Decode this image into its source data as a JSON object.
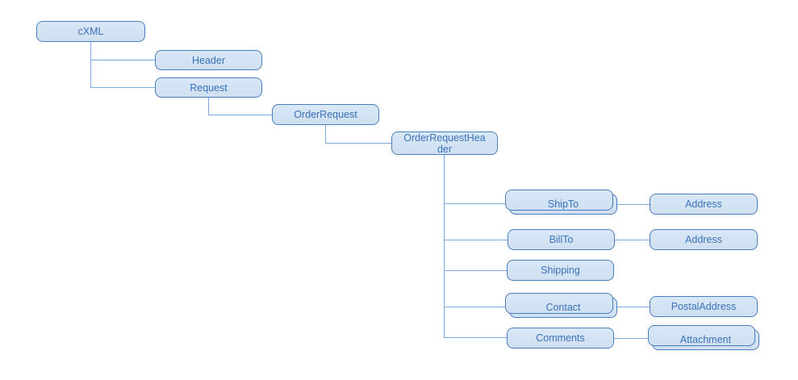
{
  "diagram": {
    "type": "hierarchy",
    "orientation": "horizontal",
    "colors": {
      "box_fill": "#cfe0f2",
      "box_border": "#4a7ebb",
      "box_text": "#3b72b8",
      "connector": "#7fa8da",
      "background": "#ffffff"
    },
    "nodes": [
      {
        "id": "cxml",
        "label": "cXML",
        "stacked": false
      },
      {
        "id": "header",
        "label": "Header",
        "stacked": false
      },
      {
        "id": "request",
        "label": "Request",
        "stacked": false
      },
      {
        "id": "order-request",
        "label": "OrderRequest",
        "stacked": false
      },
      {
        "id": "order-request-header",
        "label": "OrderRequestHeader",
        "stacked": false
      },
      {
        "id": "ship-to",
        "label": "ShipTo",
        "stacked": true
      },
      {
        "id": "address-1",
        "label": "Address",
        "stacked": false
      },
      {
        "id": "bill-to",
        "label": "BillTo",
        "stacked": false
      },
      {
        "id": "address-2",
        "label": "Address",
        "stacked": false
      },
      {
        "id": "shipping",
        "label": "Shipping",
        "stacked": false
      },
      {
        "id": "contact",
        "label": "Contact",
        "stacked": true
      },
      {
        "id": "postal-address",
        "label": "PostalAddress",
        "stacked": false
      },
      {
        "id": "comments",
        "label": "Comments",
        "stacked": false
      },
      {
        "id": "attachment",
        "label": "Attachment",
        "stacked": true
      }
    ],
    "edges": [
      {
        "from": "cxml",
        "to": "header"
      },
      {
        "from": "cxml",
        "to": "request"
      },
      {
        "from": "request",
        "to": "order-request"
      },
      {
        "from": "order-request",
        "to": "order-request-header"
      },
      {
        "from": "order-request-header",
        "to": "ship-to"
      },
      {
        "from": "order-request-header",
        "to": "bill-to"
      },
      {
        "from": "order-request-header",
        "to": "shipping"
      },
      {
        "from": "order-request-header",
        "to": "contact"
      },
      {
        "from": "order-request-header",
        "to": "comments"
      },
      {
        "from": "ship-to",
        "to": "address-1"
      },
      {
        "from": "bill-to",
        "to": "address-2"
      },
      {
        "from": "contact",
        "to": "postal-address"
      },
      {
        "from": "comments",
        "to": "attachment"
      }
    ]
  }
}
